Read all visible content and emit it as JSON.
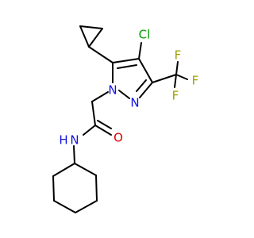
{
  "molecule": {
    "atoms": [
      {
        "id": "cl",
        "symbol": "Cl",
        "color": "#00a000"
      },
      {
        "id": "f1",
        "symbol": "F",
        "color": "#a0a000"
      },
      {
        "id": "f2",
        "symbol": "F",
        "color": "#a0a000"
      },
      {
        "id": "f3",
        "symbol": "F",
        "color": "#a0a000"
      },
      {
        "id": "n1",
        "symbol": "N",
        "color": "#1010e0"
      },
      {
        "id": "n2",
        "symbol": "N",
        "color": "#1010e0"
      },
      {
        "id": "o",
        "symbol": "O",
        "color": "#e00000"
      },
      {
        "id": "nh_n",
        "symbol": "N",
        "color": "#1010e0"
      },
      {
        "id": "nh_h",
        "symbol": "H",
        "color": "#1010e0"
      }
    ],
    "bond_color": "#000000",
    "background": "#ffffff"
  }
}
